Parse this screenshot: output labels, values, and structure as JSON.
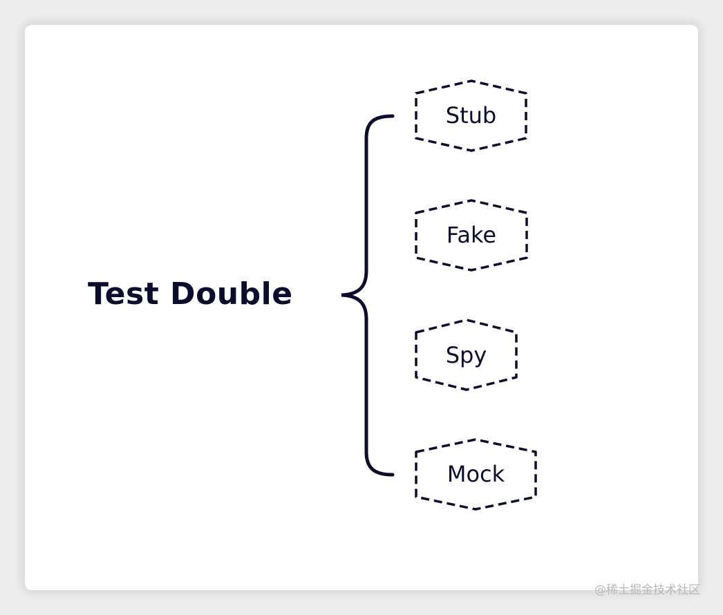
{
  "diagram": {
    "root": "Test Double",
    "children": [
      {
        "label": "Stub"
      },
      {
        "label": "Fake"
      },
      {
        "label": "Spy"
      },
      {
        "label": "Mock"
      }
    ]
  },
  "colors": {
    "ink": "#0b0d2a",
    "background": "#ededed",
    "card": "#ffffff",
    "watermark": "#b8b8b8"
  },
  "watermark": "@稀土掘金技术社区"
}
